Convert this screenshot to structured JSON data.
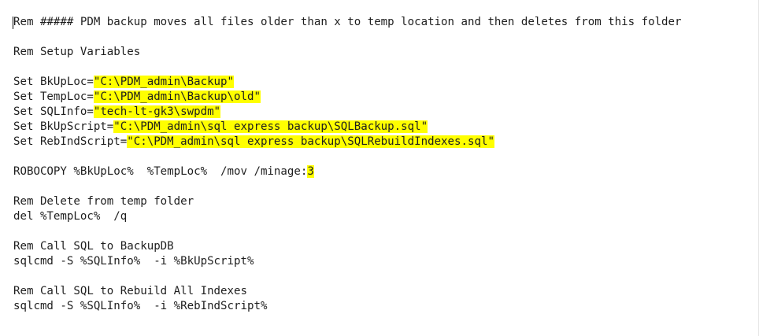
{
  "editor": {
    "highlight_color": "#ffff00",
    "text_color": "#1e1e1e",
    "lines": [
      {
        "text": "Rem ##### PDM backup moves all files older than x to temp location and then deletes from this folder"
      },
      {
        "text": ""
      },
      {
        "text": "Rem Setup Variables"
      },
      {
        "text": ""
      },
      {
        "pre": "Set BkUpLoc=",
        "hl": "\"C:\\PDM_admin\\Backup\""
      },
      {
        "pre": "Set TempLoc=",
        "hl": "\"C:\\PDM_admin\\Backup\\old\""
      },
      {
        "pre": "Set SQLInfo=",
        "hl": "\"tech-lt-gk3\\swpdm\""
      },
      {
        "pre": "Set BkUpScript=",
        "hl": "\"C:\\PDM_admin\\sql express backup\\SQLBackup.sql\""
      },
      {
        "pre": "Set RebIndScript=",
        "hl": "\"C:\\PDM_admin\\sql express backup\\SQLRebuildIndexes.sql\""
      },
      {
        "text": ""
      },
      {
        "pre": "ROBOCOPY %BkUpLoc%  %TempLoc%  /mov /minage:",
        "hl": "3"
      },
      {
        "text": ""
      },
      {
        "text": "Rem Delete from temp folder"
      },
      {
        "text": "del %TempLoc%  /q"
      },
      {
        "text": ""
      },
      {
        "text": "Rem Call SQL to BackupDB"
      },
      {
        "text": "sqlcmd -S %SQLInfo%  -i %BkUpScript%"
      },
      {
        "text": ""
      },
      {
        "text": "Rem Call SQL to Rebuild All Indexes"
      },
      {
        "text": "sqlcmd -S %SQLInfo%  -i %RebIndScript%"
      }
    ]
  }
}
